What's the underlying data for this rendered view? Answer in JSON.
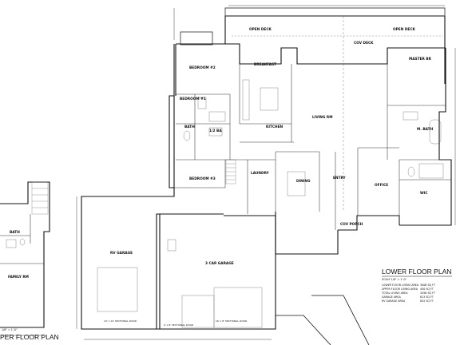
{
  "rooms": {
    "open_deck_left": "OPEN DECK",
    "cov_deck": "COV DECK",
    "open_deck_right": "OPEN DECK",
    "bedroom_2": "BEDROOM #2",
    "breakfast": "BREAKFAST",
    "master_br": "MASTER BR",
    "bedroom_1": "BEDROOM #1",
    "bath": "BATH",
    "half_ba": "1/2 BA",
    "kitchen": "KITCHEN",
    "living_rm": "LIVING RM",
    "m_bath": "M. BATH",
    "bedroom_3": "BEDROOM #3",
    "laundry": "LAUNDRY",
    "dining": "DINING",
    "entry": "ENTRY",
    "office": "OFFICE",
    "wic": "WIC",
    "cov_porch": "COV PORCH",
    "rv_garage": "RV GARAGE",
    "three_car_garage": "3 CAR GARAGE",
    "upper_bath": "BATH",
    "family_rm": "FAMILY RM"
  },
  "titles": {
    "lower_floor_plan": "LOWER FLOOR PLAN",
    "lower_scale": "SCALE 1/8\" = 1'-0\"",
    "upper_floor_plan": "PER FLOOR PLAN",
    "upper_scale": "1/8\" = 1'-0\""
  },
  "areas": [
    {
      "label": "LOWER FLOOR LIVING AREA",
      "value": "3006 SQ FT"
    },
    {
      "label": "UPPER FLOOR LIVING AREA",
      "value": "450 SQ FT"
    },
    {
      "label": "TOTAL LIVING AREA",
      "value": "3456 SQ FT"
    },
    {
      "label": "GARAGE AREA",
      "value": "813 SQ FT"
    },
    {
      "label": "RV GARAGE AREA",
      "value": "832 SQ FT"
    }
  ],
  "door_notes": {
    "rv_door": "14' x 14' SECTIONAL DOOR",
    "car_door_left": "9' x 8' SECTIONAL DOOR",
    "car_door_right": "16' x 8' SECTIONAL DOOR"
  }
}
